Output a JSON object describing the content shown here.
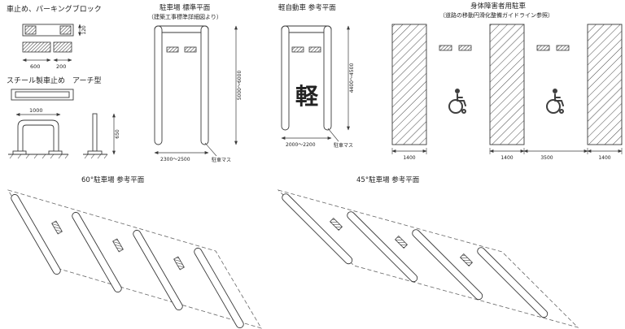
{
  "drawing": {
    "background": "#ffffff",
    "line_color": "#3a3a3a"
  },
  "icons": {
    "wheelchair": "♿"
  },
  "sections": {
    "parking_block": {
      "title": "車止め、パーキングブロック",
      "dim_height": "120",
      "dim_length": "600",
      "dim_width": "200"
    },
    "steel_arch_stop": {
      "title": "スチール製車止め　アーチ型",
      "dim_width": "1000",
      "dim_height": "650"
    },
    "standard_plan": {
      "title": "駐車場 標準平面",
      "subtitle": "（建築工事標準詳細図より）",
      "dim_length": "5000～6000",
      "dim_width": "2300～2500",
      "note": "駐車マス"
    },
    "kei_plan": {
      "title": "軽自動車 参考平面",
      "stall_mark": "軽",
      "dim_length": "4400～4500",
      "dim_width": "2000～2200",
      "note": "駐車マス"
    },
    "accessible_plan": {
      "title": "身体障害者用駐車",
      "subtitle": "（道路の移動円滑化整備ガイドライン参照）",
      "dim_aisle_1": "1400",
      "dim_aisle_2": "1400",
      "dim_stall": "3500",
      "dim_aisle_3": "1400"
    },
    "angle60_plan": {
      "title": "60°駐車場 参考平面"
    },
    "angle45_plan": {
      "title": "45°駐車場 参考平面"
    }
  }
}
